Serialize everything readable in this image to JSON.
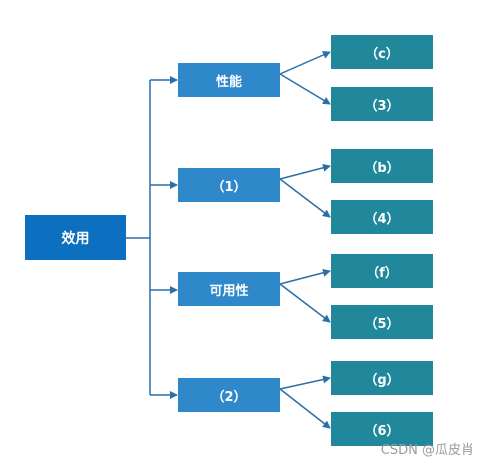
{
  "root": {
    "label": "效用"
  },
  "branches": [
    {
      "label": "性能",
      "children": [
        "（c）",
        "（3）"
      ]
    },
    {
      "label": "（1）",
      "children": [
        "（b）",
        "（4）"
      ]
    },
    {
      "label": "可用性",
      "children": [
        "（f）",
        "（5）"
      ]
    },
    {
      "label": "（2）",
      "children": [
        "（g）",
        "（6）"
      ]
    }
  ],
  "watermark": "CSDN @瓜皮肖",
  "colors": {
    "root": "#0d6fbf",
    "branch": "#2f88c9",
    "leaf": "#21879a",
    "connector": "#2a6fa8"
  }
}
